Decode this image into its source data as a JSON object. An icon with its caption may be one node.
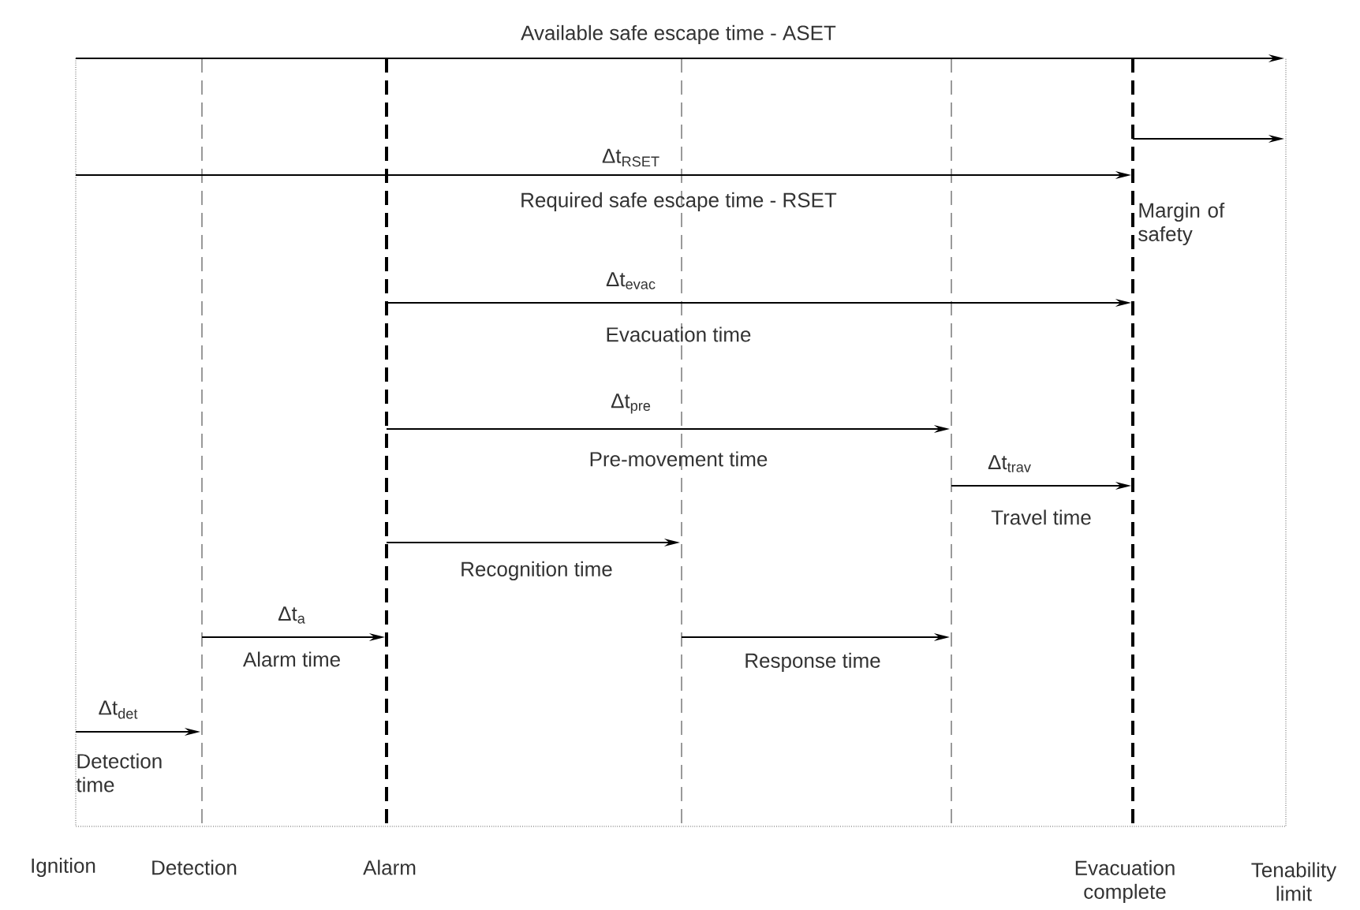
{
  "diagram": {
    "labels": [
      "Available safe escape time - ASET",
      "Δt$_{RSET}$",
      "Required safe escape time - RSET",
      "Margin of safety",
      "Δt$_{evac}$",
      "Evacuation time",
      "Δt$_{pre}$",
      "Pre-movement time",
      "Δt$_{trav}$",
      "Travel time",
      "Recognition time",
      "Δt$_{a}$",
      "Alarm time",
      "Response time",
      "Δt$_{det}$",
      "Detection time",
      "Ignition",
      "Detection",
      "Alarm",
      "Evacuation complete",
      "Tenability limit"
    ]
  }
}
